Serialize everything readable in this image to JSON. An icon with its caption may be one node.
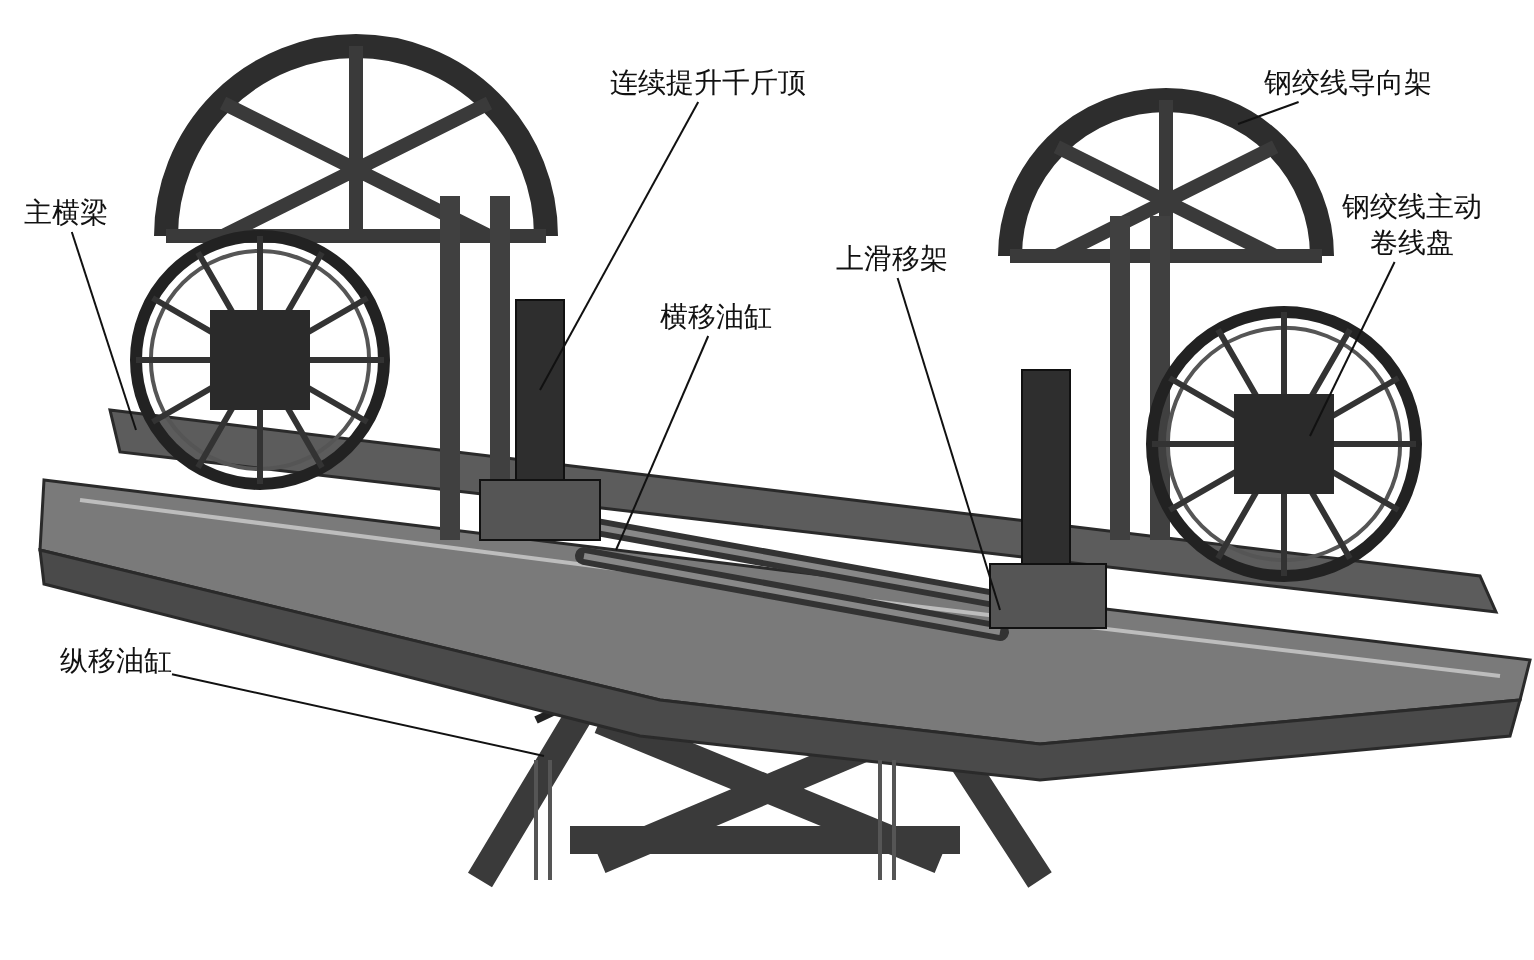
{
  "diagram": {
    "nodes": [
      {
        "text": [
          "主横梁"
        ]
      },
      {
        "text": [
          "连续提升千斤顶"
        ]
      },
      {
        "text": [
          "钢绞线导向架"
        ]
      },
      {
        "text": [
          "钢绞线主动卷线盘"
        ]
      },
      {
        "text": [
          "横移油缸"
        ]
      },
      {
        "text": [
          "上滑移架"
        ]
      },
      {
        "text": [
          "纵移油缸"
        ]
      }
    ],
    "edges": [
      {
        "from": 0,
        "to": null,
        "arrow": "none"
      },
      {
        "from": 1,
        "to": null,
        "arrow": "none"
      },
      {
        "from": 2,
        "to": null,
        "arrow": "none"
      },
      {
        "from": 3,
        "to": null,
        "arrow": "none"
      },
      {
        "from": 4,
        "to": null,
        "arrow": "none"
      },
      {
        "from": 5,
        "to": null,
        "arrow": "none"
      },
      {
        "from": 6,
        "to": null,
        "arrow": "none"
      }
    ]
  }
}
